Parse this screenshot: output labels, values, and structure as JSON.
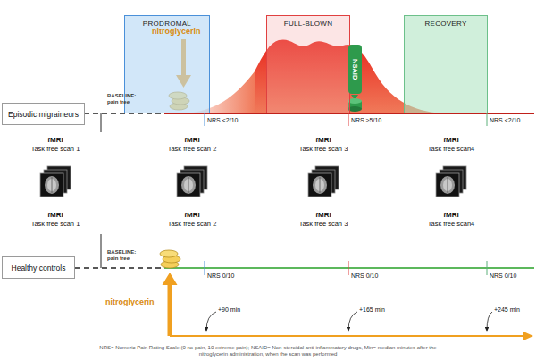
{
  "diagram": {
    "caption": "NRS= Numeric Pain Rating Scale (0 no pain, 10 extreme pain); NSAID= Non-steroidal anti-inflammatory drugs, Min= median minutes after the nitroglycerin administration, when the scan was performed",
    "nodes": [
      {
        "text": [
          "PRODROMAL"
        ]
      },
      {
        "text": [
          "FULL-BLOWN"
        ]
      },
      {
        "text": [
          "RECOVERY"
        ]
      },
      {
        "text": [
          "NSAID"
        ]
      },
      {
        "text": [
          "Episodic migraineurs"
        ]
      },
      {
        "text": [
          "Healthy controls"
        ]
      }
    ],
    "labels": [
      "nitroglycerin",
      "BASELINE: pain free",
      "NRS <2/10",
      "NRS ≥5/10",
      "NRS <2/10",
      "fMRI",
      "Task free scan 1",
      "fMRI",
      "Task free scan 2",
      "fMRI",
      "Task free scan 3",
      "fMRI",
      "Task free scan4",
      "fMRI",
      "Task free scan 1",
      "fMRI",
      "Task free scan 2",
      "fMRI",
      "Task free scan 3",
      "fMRI",
      "Task free scan4",
      "BASELINE: pain free",
      "NRS 0/10",
      "NRS 0/10",
      "NRS 0/10",
      "nitroglycerin",
      "+90 min",
      "+165 min",
      "+245 min"
    ]
  }
}
